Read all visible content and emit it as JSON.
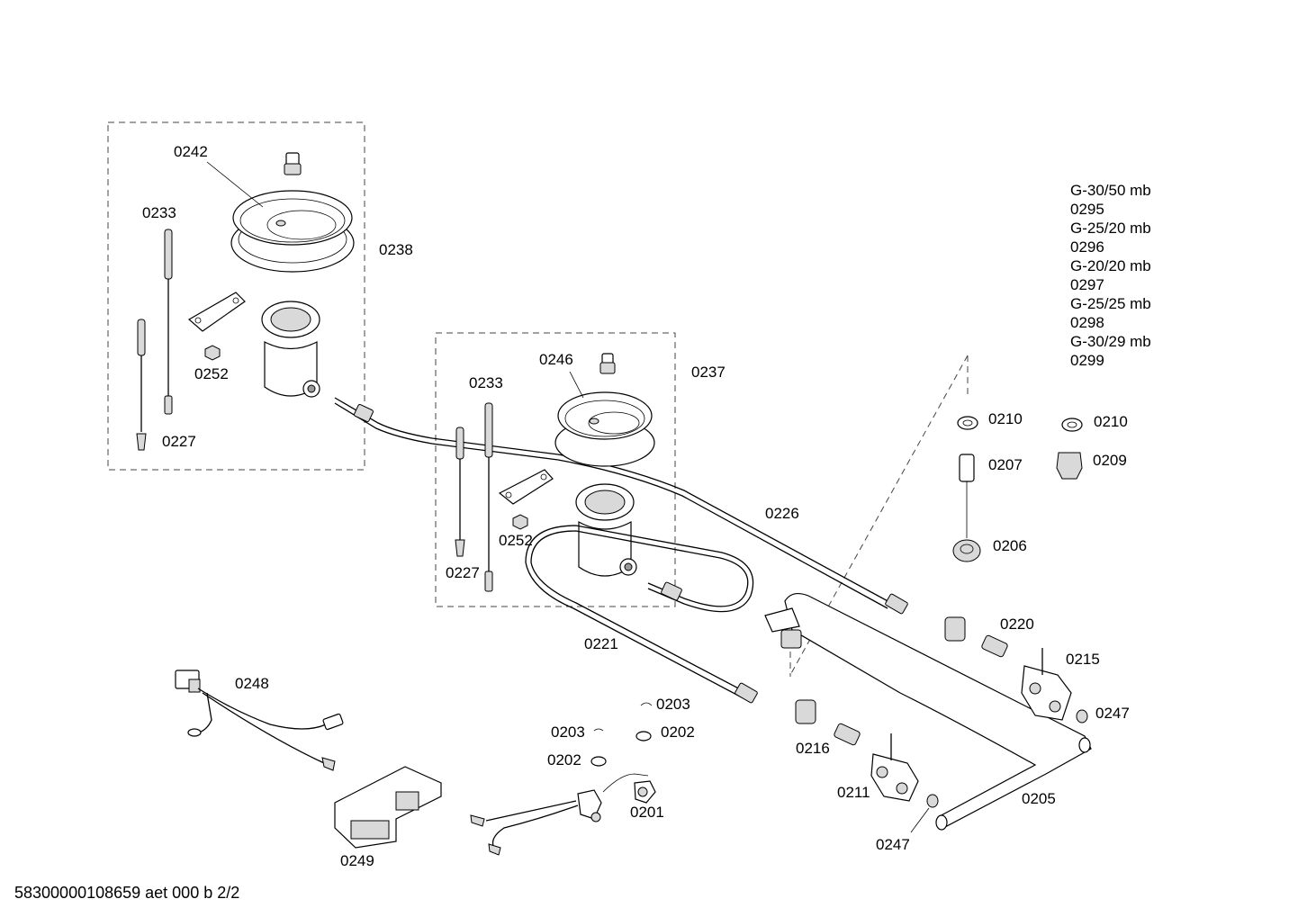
{
  "part_labels": {
    "p0242": "0242",
    "p0233a": "0233",
    "p0238": "0238",
    "p0252a": "0252",
    "p0227a": "0227",
    "p0246": "0246",
    "p0233b": "0233",
    "p0237": "0237",
    "p0252b": "0252",
    "p0227b": "0227",
    "p0226": "0226",
    "p0221": "0221",
    "p0248": "0248",
    "p0249": "0249",
    "p0203a": "0203",
    "p0203b": "0203",
    "p0202a": "0202",
    "p0202b": "0202",
    "p0201": "0201",
    "p0216": "0216",
    "p0211": "0211",
    "p0247a": "0247",
    "p0247b": "0247",
    "p0205": "0205",
    "p0215": "0215",
    "p0220": "0220",
    "p0210a": "0210",
    "p0210b": "0210",
    "p0207": "0207",
    "p0209": "0209",
    "p0206": "0206"
  },
  "legend": [
    "G-30/50 mb",
    "0295",
    "G-25/20 mb",
    "0296",
    "G-20/20 mb",
    "0297",
    "G-25/25 mb",
    "0298",
    "G-30/29 mb",
    "0299"
  ],
  "footer": "58300000108659 aet 000 b 2/2"
}
